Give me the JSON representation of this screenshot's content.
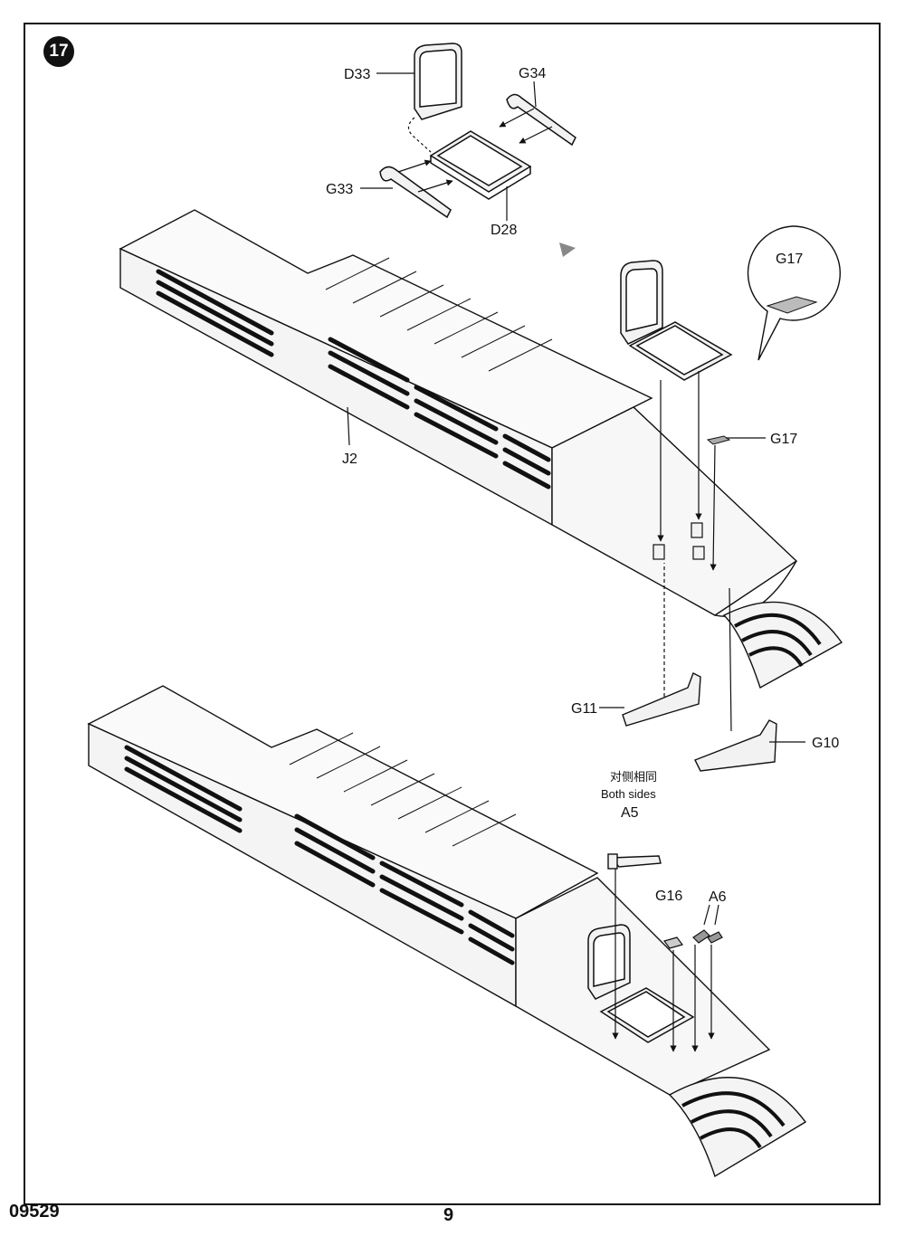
{
  "step_number": "17",
  "labels": {
    "d33": "D33",
    "g34": "G34",
    "g33": "G33",
    "d28": "D28",
    "g17_callout": "G17",
    "g17": "G17",
    "j2": "J2",
    "g11": "G11",
    "g10": "G10",
    "both_sides_cn": "对侧相同",
    "both_sides_en": "Both sides",
    "a5": "A5",
    "g16": "G16",
    "a6": "A6"
  },
  "footer": {
    "kit_code": "09529",
    "page_number": "9"
  },
  "colors": {
    "ink": "#111111",
    "paper": "#ffffff",
    "fill": "#f2f2f2"
  }
}
